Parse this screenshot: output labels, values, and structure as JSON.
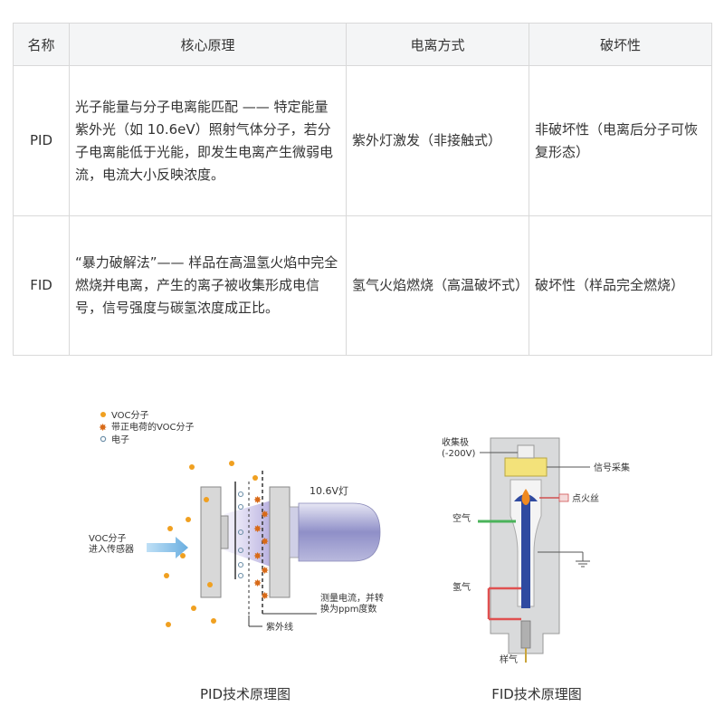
{
  "table": {
    "headers": [
      "名称",
      "核心原理",
      "电离方式",
      "破坏性"
    ],
    "rows": [
      {
        "name": "PID",
        "principle": "光子能量与分子电离能匹配 —— 特定能量紫外光（如 10.6eV）照射气体分子，若分子电离能低于光能，即发生电离产生微弱电流，电流大小反映浓度。",
        "ionization": "紫外灯激发（非接触式）",
        "destructive": "非破坏性（电离后分子可恢复形态）"
      },
      {
        "name": "FID",
        "principle": "“暴力破解法”—— 样品在高温氢火焰中完全燃烧并电离，产生的离子被收集形成电信号，信号强度与碳氢浓度成正比。",
        "ionization": "氢气火焰燃烧（高温破坏式）",
        "destructive": "破坏性（样品完全燃烧）"
      }
    ]
  },
  "pid_figure": {
    "caption": "PID技术原理图",
    "legend": [
      "VOC分子",
      "带正电荷的VOC分子",
      "电子"
    ],
    "lamp_label": "10.6V灯",
    "inlet_label_1": "VOC分子",
    "inlet_label_2": "进入传感器",
    "measure_label_1": "测量电流，并转",
    "measure_label_2": "换为ppm度数",
    "uv_label": "紫外线",
    "colors": {
      "molecule": "#f0a020",
      "charged": "#d86a18",
      "electron": "#6d8fa8",
      "lamp": "#8f8fc8",
      "arrow": "#6aaee0"
    }
  },
  "fid_figure": {
    "caption": "FID技术原理图",
    "collector_label_1": "收集极",
    "collector_label_2": "(-200V)",
    "signal_label": "信号采集",
    "igniter_label": "点火丝",
    "air_label": "空气",
    "hydrogen_label": "氢气",
    "sample_label": "样气",
    "colors": {
      "body": "#d9dadb",
      "collector": "#f3e27a",
      "air": "#4ab35a",
      "hydrogen": "#e05050",
      "nozzle": "#2f4aa0"
    }
  }
}
